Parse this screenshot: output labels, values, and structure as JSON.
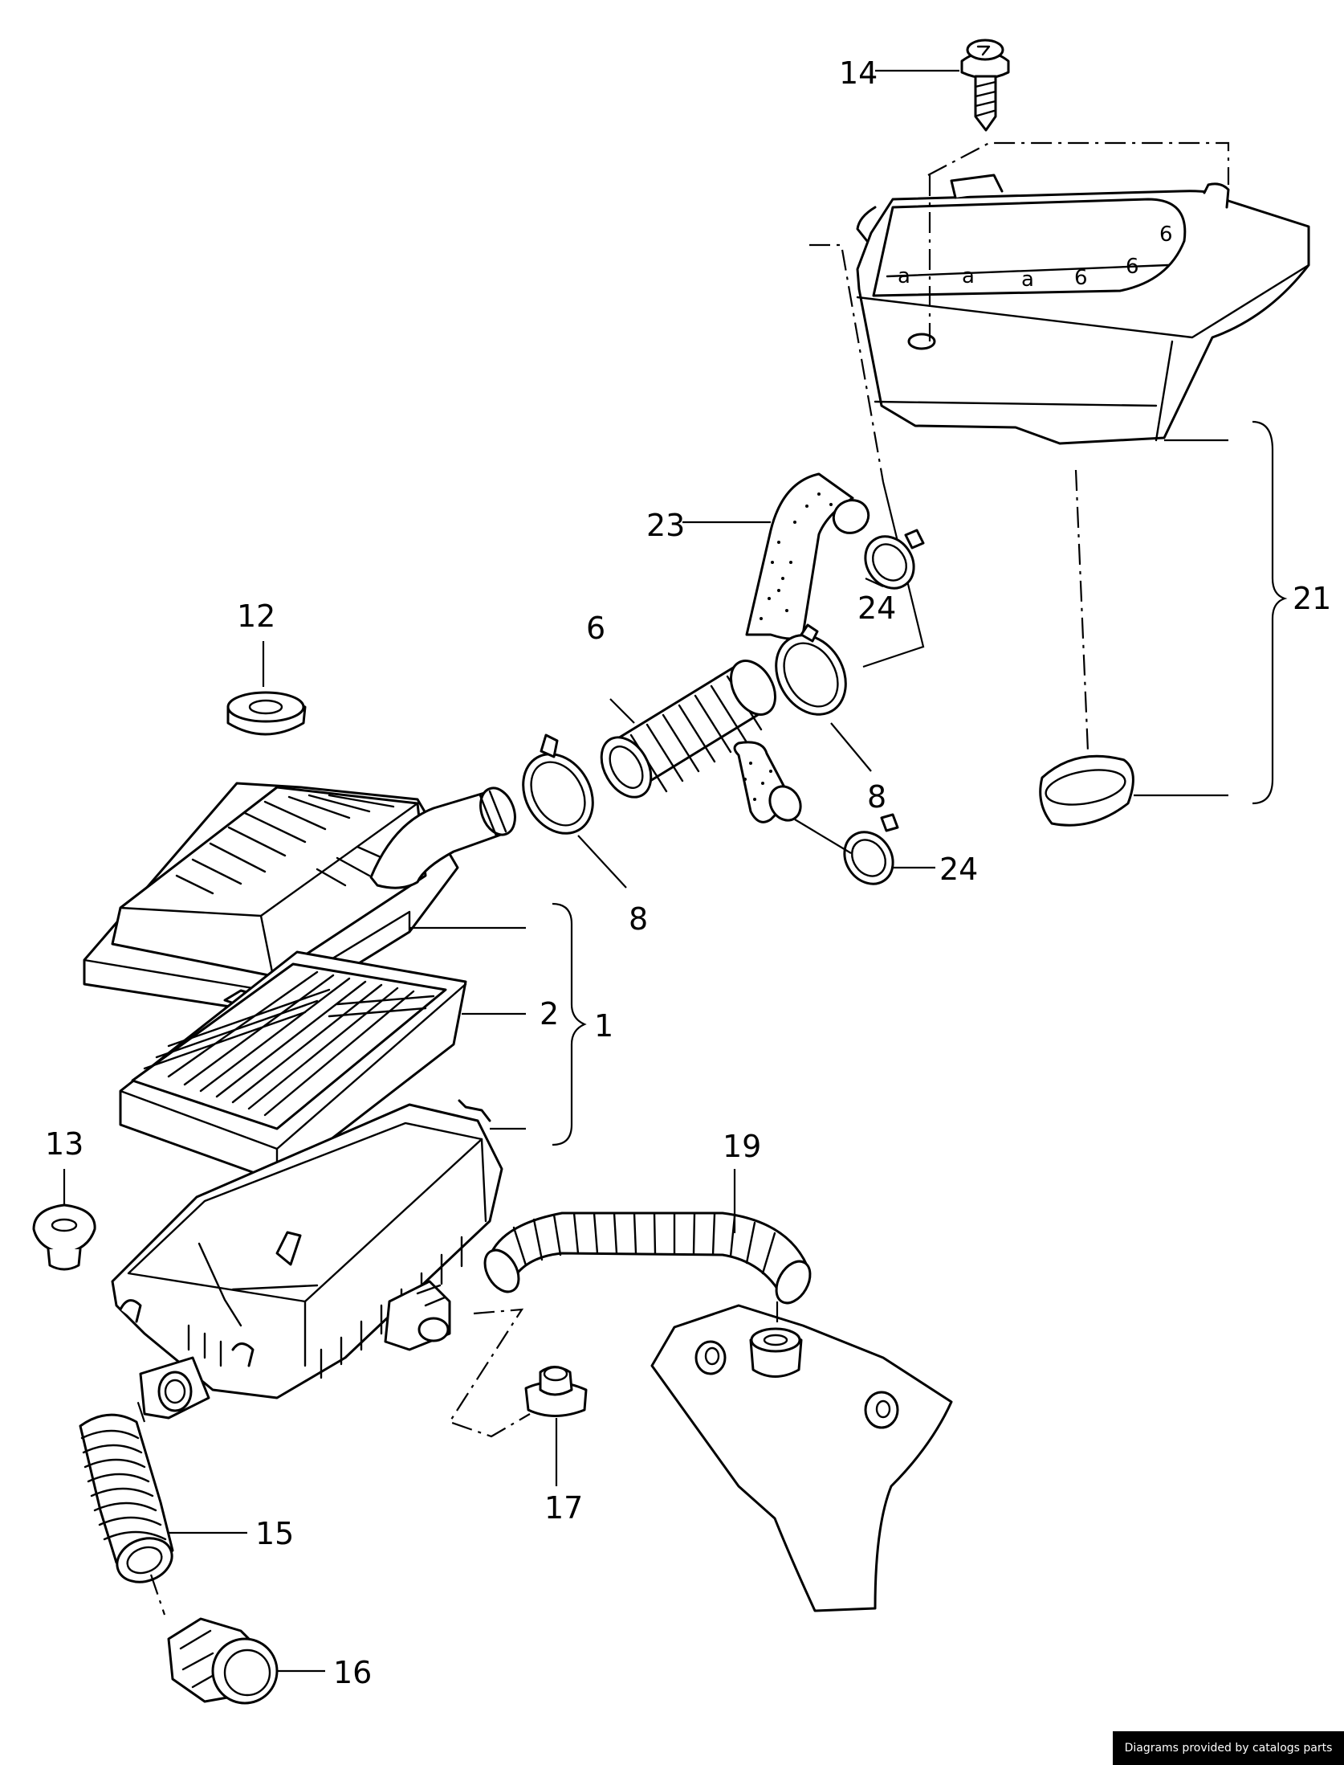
{
  "diagram": {
    "callouts": {
      "c1": "1",
      "c2": "2",
      "c6": "6",
      "c8a": "8",
      "c8b": "8",
      "c12": "12",
      "c13": "13",
      "c14": "14",
      "c15": "15",
      "c16": "16",
      "c17": "17",
      "c19": "19",
      "c21": "21",
      "c23": "23",
      "c24a": "24",
      "c24b": "24"
    },
    "cover_marks": [
      "a",
      "a",
      "a",
      "6",
      "6",
      "6"
    ]
  },
  "footer": {
    "credit": "Diagrams provided by catalogs parts"
  },
  "colors": {
    "ink": "#000000",
    "paper": "#ffffff"
  }
}
